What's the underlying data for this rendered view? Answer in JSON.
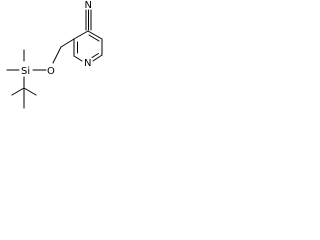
{
  "structure": {
    "atom_labels": {
      "nitrile_n": "N",
      "ring_n": "N",
      "ether_o": "O",
      "silicon": "Si"
    },
    "colors": {
      "bond": "#000000",
      "label": "#000000",
      "background": "#ffffff"
    }
  }
}
